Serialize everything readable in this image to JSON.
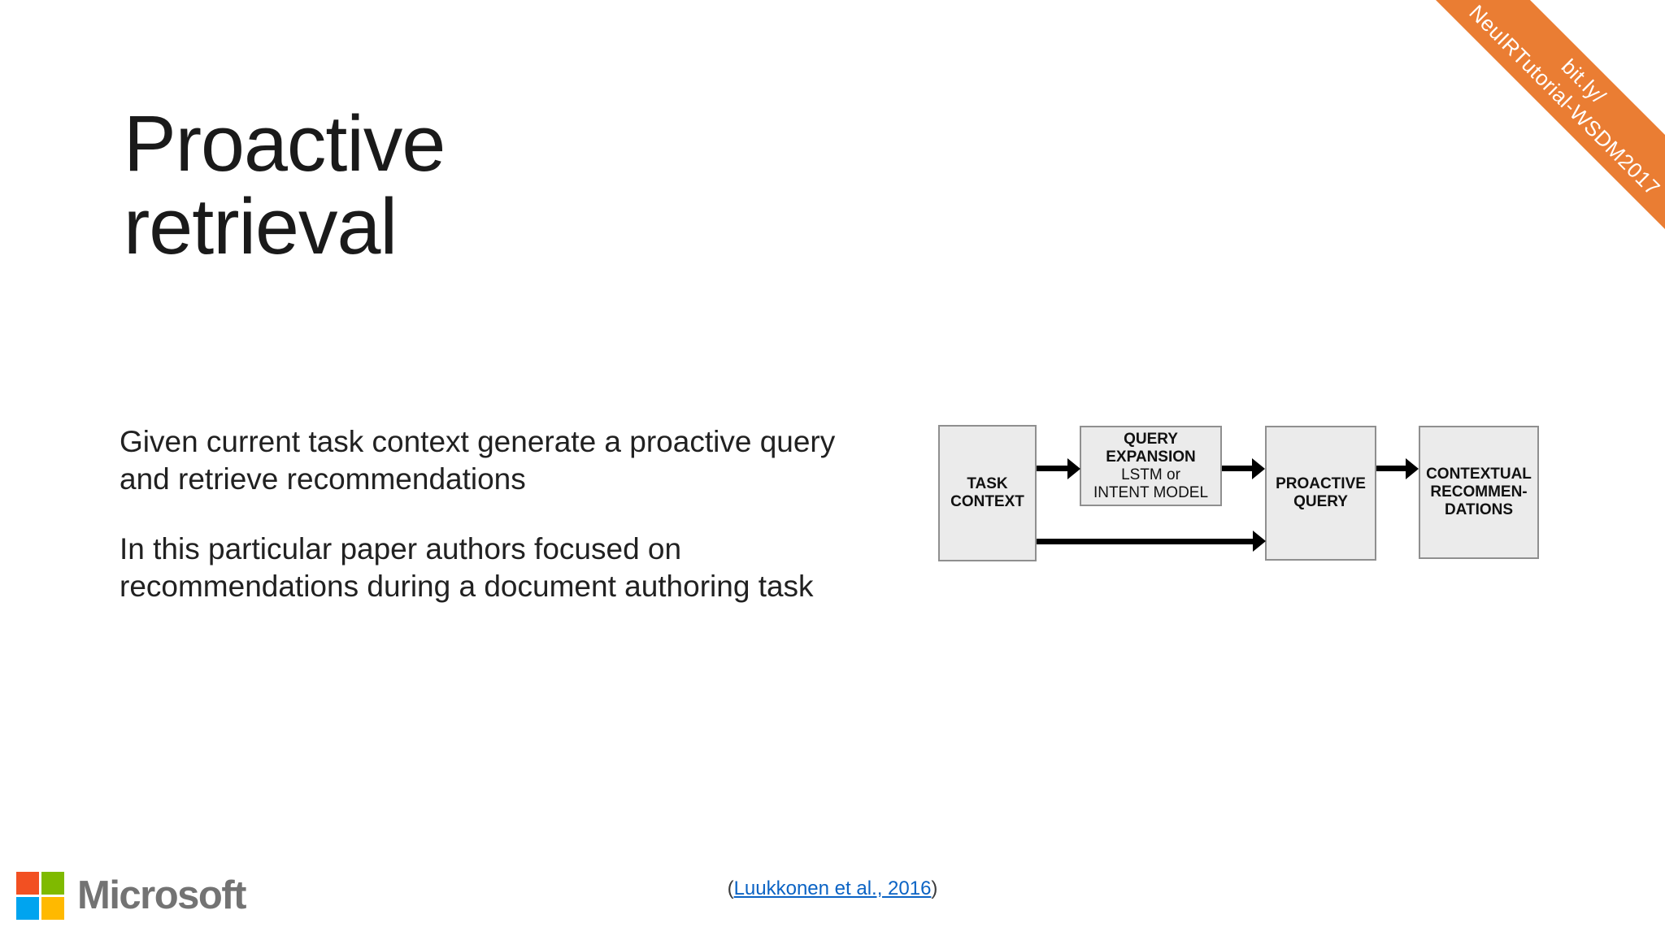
{
  "title": {
    "line1": "Proactive",
    "line2": "retrieval"
  },
  "body": {
    "paragraph1": {
      "line1": "Given current task context generate a proactive query",
      "line2": "and retrieve recommendations"
    },
    "paragraph2": {
      "line1": "In this particular paper authors focused on",
      "line2": "recommendations during a document authoring task"
    }
  },
  "diagram": {
    "box_fill": "#ebebeb",
    "box_border": "#8f8f8f",
    "arrow_color": "#000000",
    "task_context": {
      "label": "TASK CONTEXT"
    },
    "query_expansion": {
      "title": "QUERY EXPANSION",
      "subtitle_line1": "LSTM or",
      "subtitle_line2": "INTENT MODEL"
    },
    "proactive_query": {
      "label": "PROACTIVE QUERY"
    },
    "contextual_recommendations": {
      "line1": "CONTEXTUAL",
      "line2": "RECOMMEN-",
      "line3": "DATIONS"
    }
  },
  "ribbon": {
    "line1": "bit.ly/",
    "line2": "NeuIRTutorial-WSDM2017",
    "background": "#ea7d33",
    "text_color": "#ffffff"
  },
  "citation": {
    "open_paren": "(",
    "link_text": "Luukkonen et al., 2016",
    "close_paren": ")",
    "link_color": "#0b63c4"
  },
  "footer": {
    "logo_text": "Microsoft",
    "logo_text_color": "#737373",
    "square_top_left": "#f25022",
    "square_top_right": "#7fba00",
    "square_bottom_left": "#00a4ef",
    "square_bottom_right": "#ffb900"
  }
}
